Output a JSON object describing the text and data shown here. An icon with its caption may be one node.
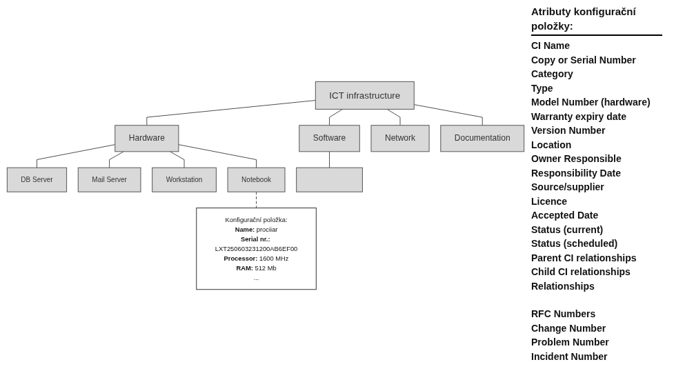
{
  "diagram": {
    "nodes": [
      {
        "text": [
          "ICT infrastructure"
        ]
      },
      {
        "text": [
          "Hardware"
        ]
      },
      {
        "text": [
          "Software"
        ]
      },
      {
        "text": [
          "Network"
        ]
      },
      {
        "text": [
          "Documentation"
        ]
      },
      {
        "text": [
          "DB Server"
        ]
      },
      {
        "text": [
          "Mail Server"
        ]
      },
      {
        "text": [
          "Workstation"
        ]
      },
      {
        "text": [
          "Notebook"
        ]
      },
      {
        "text": [],
        "shape": "box"
      },
      {
        "text": [
          "Konfigurační položka:",
          "**Name:** prociiar",
          "**Serial nr.:** LXT250603231200AB6EF00",
          "**Processor:** 1600 MHz",
          "**RAM:** 512 Mb",
          "..."
        ]
      }
    ],
    "edges": [
      {
        "from": 0,
        "to": 1,
        "arrow": "none"
      },
      {
        "from": 0,
        "to": 2,
        "arrow": "none"
      },
      {
        "from": 0,
        "to": 3,
        "arrow": "none"
      },
      {
        "from": 0,
        "to": 4,
        "arrow": "none"
      },
      {
        "from": 1,
        "to": 5,
        "arrow": "none"
      },
      {
        "from": 1,
        "to": 6,
        "arrow": "none"
      },
      {
        "from": 1,
        "to": 7,
        "arrow": "none"
      },
      {
        "from": 1,
        "to": 8,
        "arrow": "none"
      },
      {
        "from": 2,
        "to": 9,
        "arrow": "none"
      },
      {
        "from": 8,
        "to": 10,
        "arrow": "none",
        "style": "dashed"
      }
    ],
    "labels": [
      "Atributy konfigurační položky:",
      "CI Name",
      "Copy or Serial Number",
      "Category",
      "Type",
      "Model Number (hardware)",
      "Warranty expiry date",
      "Version Number",
      "Location",
      "Owner Responsible",
      "Responsibility Date",
      "Source/supplier",
      "Licence",
      "Accepted Date",
      "Status (current)",
      "Status (scheduled)",
      "Parent CI relationships",
      "Child CI relationships",
      "Relationships",
      "RFC Numbers",
      "Change Number",
      "Problem Number",
      "Incident Number"
    ]
  }
}
